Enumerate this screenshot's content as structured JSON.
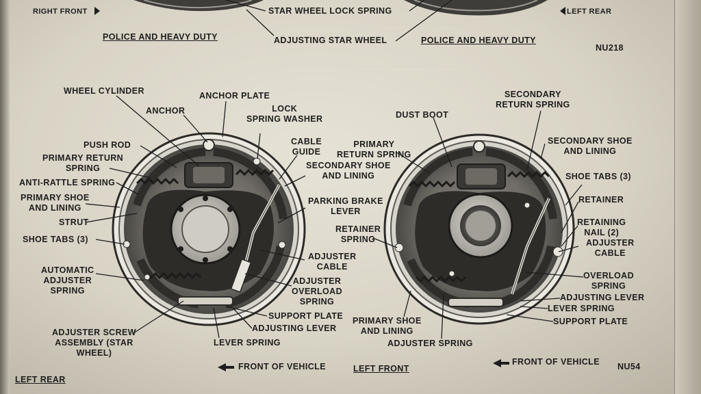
{
  "header": {
    "right_front": "RIGHT FRONT",
    "left_rear_top": "LEFT REAR",
    "star_wheel_lock_spring": "STAR WHEEL LOCK SPRING",
    "adjusting_star_wheel": "ADJUSTING STAR WHEEL",
    "police_heavy_duty_left": "POLICE AND HEAVY DUTY",
    "police_heavy_duty_right": "POLICE AND HEAVY DUTY",
    "figure_top": "NU218"
  },
  "left_diagram": {
    "wheel_cylinder": "WHEEL CYLINDER",
    "anchor_plate": "ANCHOR PLATE",
    "anchor": "ANCHOR",
    "lock_spring_washer": "LOCK\nSPRING WASHER",
    "push_rod": "PUSH ROD",
    "cable_guide": "CABLE\nGUIDE",
    "primary_return_spring": "PRIMARY RETURN\nSPRING",
    "secondary_shoe_and_lining": "SECONDARY SHOE\nAND LINING",
    "anti_rattle_spring": "ANTI-RATTLE SPRING",
    "primary_shoe_and_lining": "PRIMARY SHOE\nAND LINING",
    "parking_brake_lever": "PARKING BRAKE\nLEVER",
    "strut": "STRUT",
    "shoe_tabs": "SHOE TABS (3)",
    "automatic_adjuster_spring": "AUTOMATIC\nADJUSTER\nSPRING",
    "adjuster_cable": "ADJUSTER\nCABLE",
    "adjuster_overload_spring": "ADJUSTER\nOVERLOAD\nSPRING",
    "support_plate": "SUPPORT PLATE",
    "adjusting_lever": "ADJUSTING LEVER",
    "lever_spring": "LEVER SPRING",
    "adjuster_screw_assembly": "ADJUSTER SCREW\nASSEMBLY (STAR\nWHEEL)",
    "front_of_vehicle": "FRONT OF VEHICLE",
    "caption": "LEFT REAR"
  },
  "right_diagram": {
    "dust_boot": "DUST BOOT",
    "secondary_return_spring": "SECONDARY\nRETURN SPRING",
    "primary_return_spring": "PRIMARY\nRETURN SPRING",
    "secondary_shoe_and_lining": "SECONDARY SHOE\nAND LINING",
    "shoe_tabs": "SHOE TABS (3)",
    "retainer": "RETAINER",
    "retaining_nail": "RETAINING\nNAIL (2)",
    "retainer_spring": "RETAINER\nSPRING",
    "adjuster_cable": "ADJUSTER\nCABLE",
    "overload_spring": "OVERLOAD\nSPRING",
    "adjusting_lever": "ADJUSTING LEVER",
    "lever_spring": "LEVER SPRING",
    "support_plate": "SUPPORT PLATE",
    "primary_shoe_and_lining": "PRIMARY SHOE\nAND LINING",
    "adjuster_spring": "ADJUSTER SPRING",
    "front_of_vehicle": "FRONT OF VEHICLE",
    "caption": "LEFT FRONT",
    "figure": "NU54"
  }
}
